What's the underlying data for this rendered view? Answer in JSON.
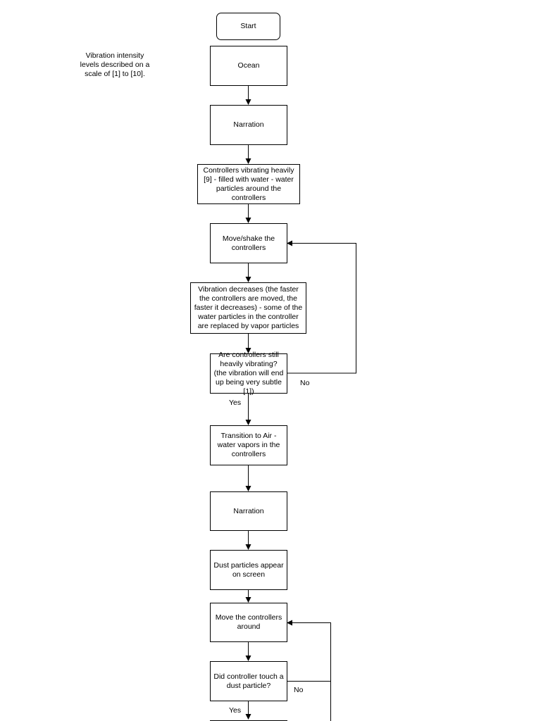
{
  "note": "Vibration intensity levels described on a scale of [1] to [10].",
  "nodes": {
    "start": "Start",
    "ocean": "Ocean",
    "narration1": "Narration",
    "vibrate": "Controllers vibrating heavily [9] - filled with water - water particles around the controllers",
    "shake": "Move/shake the controllers",
    "decrease": "Vibration decreases (the faster the controllers are moved, the faster it decreases) - some of the water particles in the controller are replaced by vapor particles",
    "check": "Are controllers still heavily vibrating? (the vibration will end up being very subtle [1])",
    "air": "Transition to Air - water vapors in the controllers",
    "narration2": "Narration",
    "dust": "Dust particles appear on screen",
    "move": "Move the controllers around",
    "touch": "Did controller touch a dust particle?"
  },
  "labels": {
    "check_no": "No",
    "check_yes": "Yes",
    "touch_no": "No",
    "touch_yes": "Yes"
  }
}
